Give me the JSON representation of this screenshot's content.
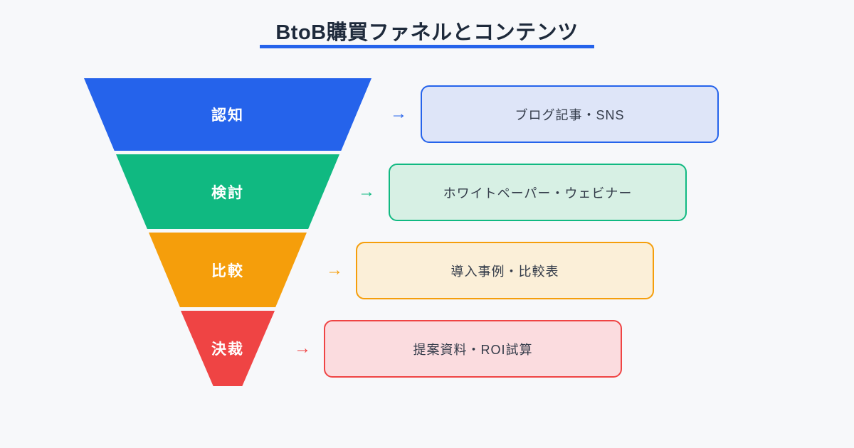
{
  "title": "BtoB購買ファネルとコンテンツ",
  "colors": {
    "background": "#F7F8FA",
    "title_text": "#1E2A3B",
    "title_underline": "#2563EB",
    "stage_label_text": "#FFFFFF",
    "box_text": "#333B49"
  },
  "funnel": {
    "stages": [
      {
        "stage_label": "認知",
        "arrow": "→",
        "content_label": "ブログ記事・SNS",
        "color": "#2563EB",
        "tint_bg": "#DEE5F8",
        "tint_border": "#2563EB"
      },
      {
        "stage_label": "検討",
        "arrow": "→",
        "content_label": "ホワイトペーパー・ウェビナー",
        "color": "#10B981",
        "tint_bg": "#D7F0E4",
        "tint_border": "#10B981"
      },
      {
        "stage_label": "比較",
        "arrow": "→",
        "content_label": "導入事例・比較表",
        "color": "#F59E0B",
        "tint_bg": "#FBEFD8",
        "tint_border": "#F59E0B"
      },
      {
        "stage_label": "決裁",
        "arrow": "→",
        "content_label": "提案資料・ROI試算",
        "color": "#EF4444",
        "tint_bg": "#FBDCDF",
        "tint_border": "#EF4444"
      }
    ]
  }
}
